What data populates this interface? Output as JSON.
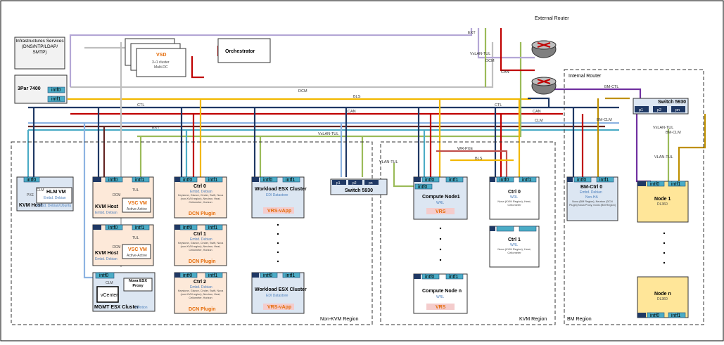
{
  "regions": {
    "nonkvm": "Non-KVM Region",
    "kvm": "KVM Region",
    "bm": "BM Region"
  },
  "infra": {
    "services": "Infrastructures Services (DNS/NTP/LDAP/ SMTP)",
    "storage": "3Par 7400",
    "vsd": "VSD",
    "vsd_sub1": "3+1 cluster",
    "vsd_sub2": "Multi-DC",
    "orchestrator": "Orchestrator",
    "external_router": "External Router",
    "internal_router": "Internal Router"
  },
  "interfaces": {
    "intf0": "intf0",
    "intf1": "intf1",
    "p1": "p1",
    "p2": "p2",
    "pn": "pn"
  },
  "switches": {
    "s5930_a": "Switch 5930",
    "s5930_b": "Switch 5930"
  },
  "nodes": {
    "kvm_host1": {
      "title": "KVM Host",
      "sub": "Embd. Debian/Ubuntu"
    },
    "hlm_vm": {
      "title": "HLM VM",
      "sub": "Embd. Debian",
      "pxe": "PXE",
      "clm": "CLM"
    },
    "kvm_host2": {
      "title": "KVM Host",
      "sub": "Embd. Debian"
    },
    "vsc_vm1": {
      "title": "VSC VM",
      "sub": "Active-Active",
      "dcm": "DCM",
      "tul": "TUL"
    },
    "kvm_host3": {
      "title": "KVM Host",
      "sub": "Embd. Debian"
    },
    "vsc_vm2": {
      "title": "VSC VM",
      "sub": "Active-Active",
      "dcm": "DCM",
      "tul": "TUL"
    },
    "mgmt": {
      "title": "MGMT ESX Cluster",
      "sub": "vMotion",
      "vcenter": "vCenter",
      "nova": "Nova ESX Proxy",
      "clm": "CLM"
    },
    "ctrl0": {
      "title": "Ctrl 0",
      "sub": "Embd. Debian",
      "desc": "Keystone, Glance, Cinder, Swift, Nova (non-KVM region), Neutron, Heat, Ceilometer, Horizon",
      "plugin": "DCN Plugin"
    },
    "ctrl1": {
      "title": "Ctrl 1",
      "sub": "Embd. Debian",
      "desc": "Keystone, Glance, Cinder, Swift, Nova (non-KVM region), Neutron, Heat, Ceilometer, Horizon",
      "plugin": "DCN Plugin"
    },
    "ctrl2": {
      "title": "Ctrl 2",
      "sub": "Embd. Debian",
      "desc": "Keystone, Glance, Cinder, Swift, Nova (non-KVM region), Neutron, Heat, Ceilometer, Horizon",
      "plugin": "DCN Plugin"
    },
    "wesx1": {
      "title": "Workload ESX Cluster",
      "sub": "EDI Datastore",
      "vrs": "VRS-vApp"
    },
    "wesx2": {
      "title": "Workload ESX Cluster",
      "sub": "EDI Datastore",
      "vrs": "VRS-vApp"
    },
    "cn1": {
      "title": "Compute Node1",
      "sub": "WRL",
      "vrs": "VRS"
    },
    "cnn": {
      "title": "Compute Node n",
      "sub": "WRL",
      "vrs": "VRS"
    },
    "kctrl0": {
      "title": "Ctrl 0",
      "sub": "WRL",
      "desc": "Nova (KVM Region), Heat, Ceilometer"
    },
    "kctrl1": {
      "title": "Ctrl 1",
      "sub": "WRL",
      "desc": "Nova (KVM Region), Heat, Ceilometer"
    },
    "bmctrl0": {
      "title": "BM-Ctrl 0",
      "sub": "Embd. Debian",
      "sub2": "Non-HA",
      "desc": "Nova (BM Region), Neutron (DCN Plugin) Nova Proxy, Ironic (BM Region)"
    },
    "node1": {
      "title": "Node 1",
      "sub": "DL360"
    },
    "noden": {
      "title": "Node n",
      "sub": "DL360"
    }
  },
  "wires": {
    "ctl": "CTL",
    "ext": "EXT",
    "dcm": "DCM",
    "bls": "BLS",
    "can": "CAN",
    "clm": "CLM",
    "vlan_tul": "VxLAN-TUL",
    "vlan_tul2": "VLAN-TUL",
    "vlan_tul3": "VxLAN-TUL",
    "ext_top": "EXT",
    "can_top": "CAN",
    "dcm_top": "DCM",
    "vlan_tul_top": "VxLAN-TUL",
    "wr_pxe": "WR-PXE",
    "bls_kvm": "BLS",
    "bm_ctl": "BM-CTL",
    "bm_clm": "BM-CLM",
    "bm_clm2": "BM-CLM",
    "vlan_tul_bm": "VxLAN-TUL",
    "vlan_tul_bm2": "VLAN-TUL",
    "ctl_r": "CTL",
    "can_r": "CAN",
    "clm_r": "CLM"
  },
  "colors": {
    "ctl": "#1f3864",
    "ext": "#4bacc6",
    "bls": "#f2b800",
    "can": "#c00000",
    "clm": "#8db3e2",
    "dcm": "#bfbfbf",
    "tul": "#9bbb59",
    "bmctl": "#7030a0",
    "bmclm": "#bf9000"
  }
}
